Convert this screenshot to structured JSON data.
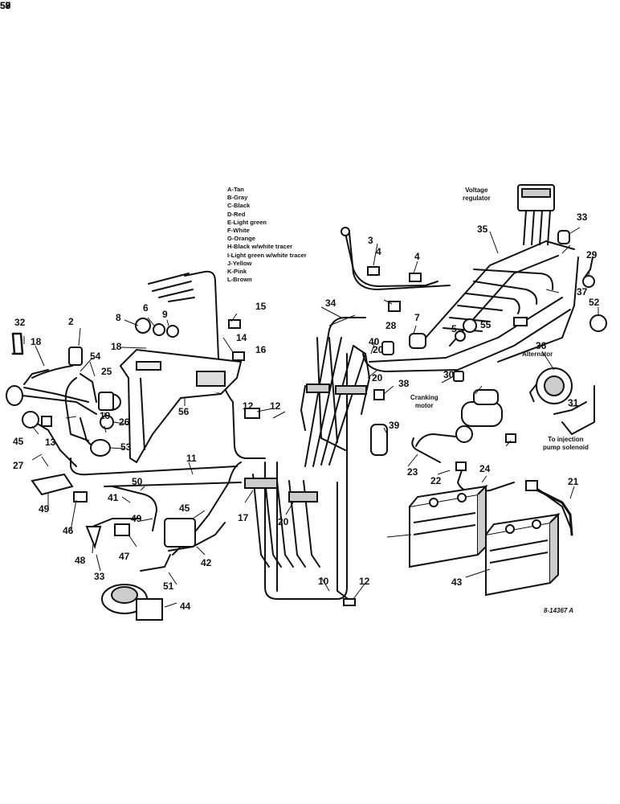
{
  "legend": [
    "A-Tan",
    "B-Gray",
    "C-Black",
    "D-Red",
    "E-Light green",
    "F-White",
    "G-Orange",
    "H-Black w/white tracer",
    "I-Light green w/white tracer",
    "J-Yellow",
    "K-Pink",
    "L-Brown"
  ],
  "component_labels": {
    "voltage_regulator": "Voltage\nregulator",
    "alternator": "Alternator",
    "cranking_motor": "Cranking\nmotor",
    "injection_solenoid": "To injection\npump solenoid"
  },
  "callouts": [
    "2",
    "3",
    "4",
    "4",
    "5",
    "6",
    "7",
    "8",
    "9",
    "10",
    "11",
    "12",
    "12",
    "12",
    "13",
    "14",
    "15",
    "16",
    "17",
    "18",
    "18",
    "19",
    "20",
    "20",
    "20",
    "21",
    "22",
    "23",
    "24",
    "25",
    "26",
    "27",
    "28",
    "29",
    "30",
    "31",
    "32",
    "33",
    "33",
    "34",
    "35",
    "36",
    "37",
    "38",
    "39",
    "40",
    "41",
    "42",
    "43",
    "44",
    "45",
    "45",
    "46",
    "47",
    "48",
    "49",
    "49",
    "50",
    "51",
    "52",
    "53",
    "54",
    "55",
    "56",
    "57",
    "58",
    "59"
  ],
  "reference_code": "8-14367 A"
}
